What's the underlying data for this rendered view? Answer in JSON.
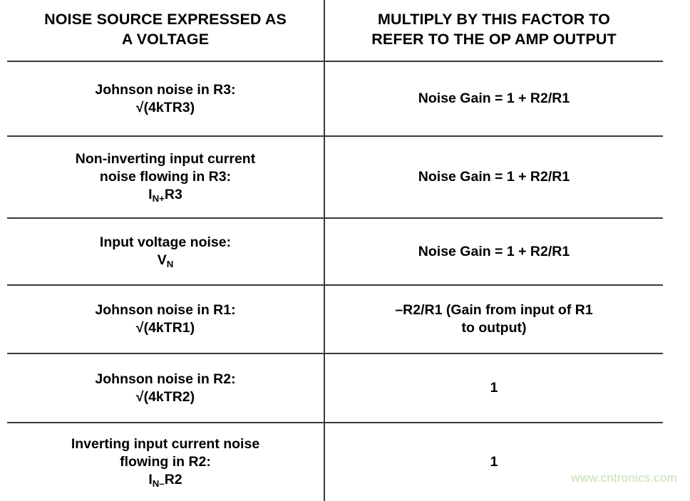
{
  "table": {
    "headers": {
      "left": "NOISE SOURCE EXPRESSED AS A VOLTAGE",
      "left_line1": "NOISE SOURCE EXPRESSED AS",
      "left_line2": "A VOLTAGE",
      "right": "MULTIPLY BY THIS FACTOR TO REFER TO THE OP AMP OUTPUT",
      "right_line1": "MULTIPLY BY THIS FACTOR TO",
      "right_line2": "REFER TO THE OP AMP OUTPUT"
    },
    "rows": [
      {
        "source_line1": "Johnson noise in R3:",
        "source_line2_pre": "√(4kTR3)",
        "source_sub": "",
        "source_line2_post": "",
        "factor_line1": "Noise Gain = 1 + R2/R1",
        "factor_line2": ""
      },
      {
        "source_line1": "Non-inverting input current",
        "source_line1b": "noise flowing in R3:",
        "source_line2_pre": "I",
        "source_sub": "N+",
        "source_line2_post": "R3",
        "factor_line1": "Noise Gain = 1 + R2/R1",
        "factor_line2": ""
      },
      {
        "source_line1": "Input voltage noise:",
        "source_line2_pre": "V",
        "source_sub": "N",
        "source_line2_post": "",
        "factor_line1": "Noise Gain = 1 + R2/R1",
        "factor_line2": ""
      },
      {
        "source_line1": "Johnson noise in R1:",
        "source_line2_pre": "√(4kTR1)",
        "source_sub": "",
        "source_line2_post": "",
        "factor_line1": "–R2/R1 (Gain from input of R1",
        "factor_line2": "to output)"
      },
      {
        "source_line1": "Johnson noise in R2:",
        "source_line2_pre": "√(4kTR2)",
        "source_sub": "",
        "source_line2_post": "",
        "factor_line1": "1",
        "factor_line2": ""
      },
      {
        "source_line1": "Inverting input current noise",
        "source_line1b": "flowing in R2:",
        "source_line2_pre": "I",
        "source_sub": "N–",
        "source_line2_post": "R2",
        "factor_line1": "1",
        "factor_line2": ""
      }
    ]
  },
  "watermark": {
    "text": "www.cntronics.com",
    "color": "#c6dfb4"
  },
  "colors": {
    "rule": "#3a3a3a",
    "text": "#000000",
    "background": "#ffffff"
  }
}
